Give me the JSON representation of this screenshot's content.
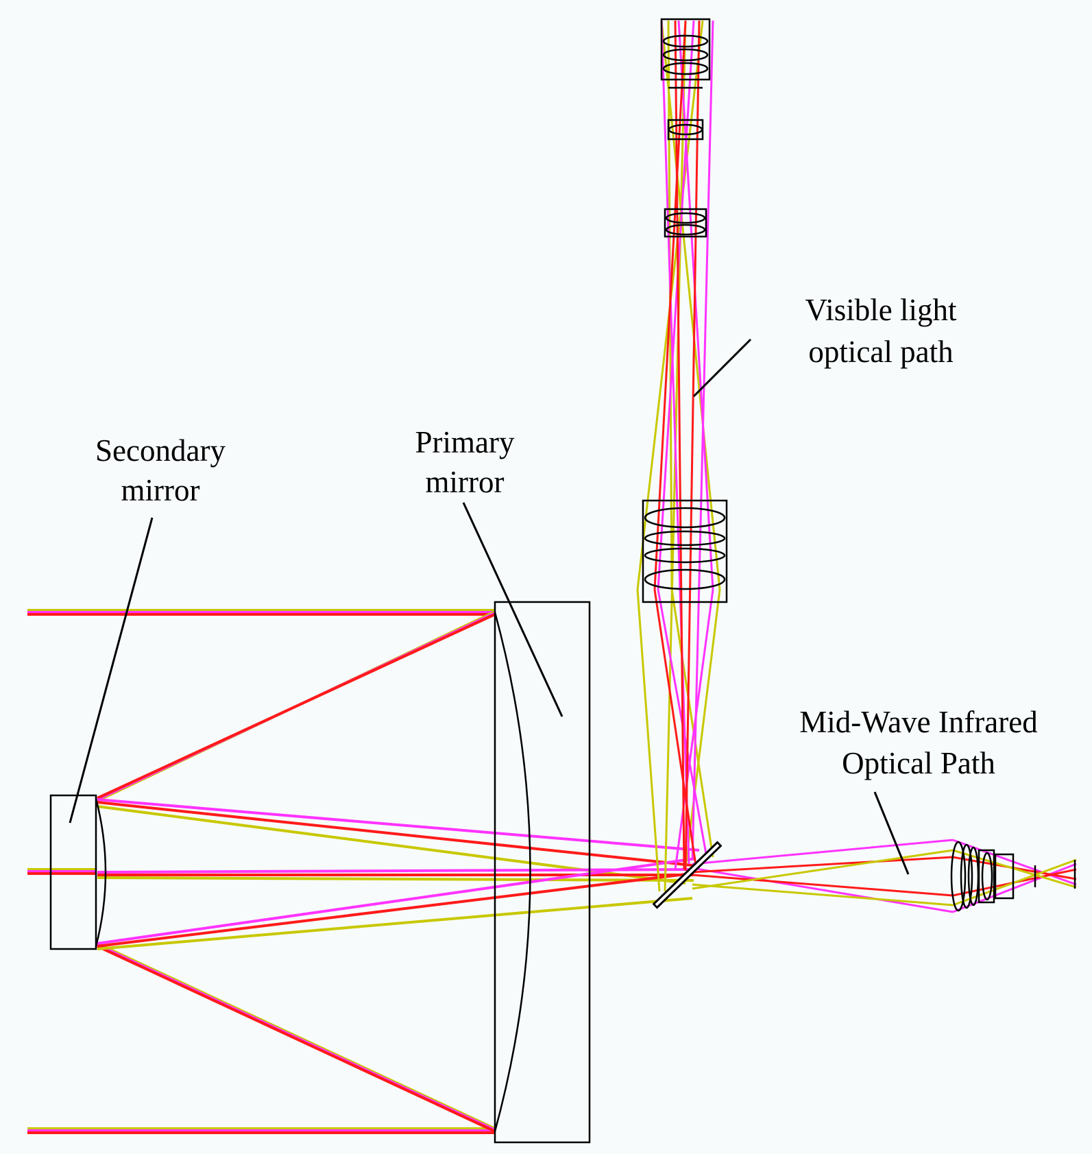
{
  "labels": {
    "visible_line1": "Visible light",
    "visible_line2": "optical path",
    "secondary_line1": "Secondary",
    "secondary_line2": "mirror",
    "primary_line1": "Primary",
    "primary_line2": "mirror",
    "mwir_line1": "Mid-Wave Infrared",
    "mwir_line2": "Optical Path"
  },
  "colors": {
    "background": "#f7fbfb",
    "ray_red": "#ff1a1a",
    "ray_magenta": "#ff33ff",
    "ray_yellow": "#c8c800",
    "outline": "#000000"
  }
}
